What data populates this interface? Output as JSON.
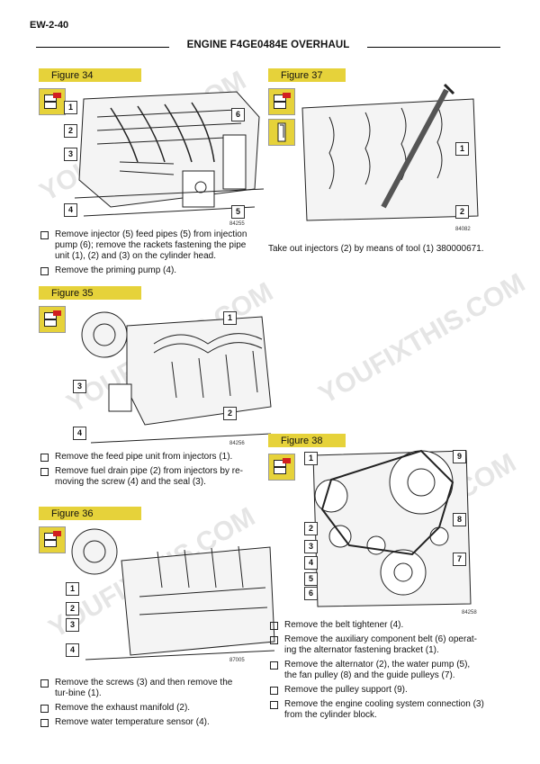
{
  "page": {
    "number": "EW-2-40",
    "title": "ENGINE F4GE0484E OVERHAUL"
  },
  "watermark": "YOUFIXTHIS.COM",
  "figures": {
    "f34": {
      "label": "Figure 34",
      "code": "84255",
      "callouts": [
        "1",
        "2",
        "3",
        "4",
        "5",
        "6"
      ]
    },
    "f35": {
      "label": "Figure 35",
      "code": "84256",
      "callouts": [
        "1",
        "2",
        "3",
        "4"
      ]
    },
    "f36": {
      "label": "Figure 36",
      "code": "87005",
      "callouts": [
        "1",
        "2",
        "3",
        "4"
      ]
    },
    "f37": {
      "label": "Figure 37",
      "code": "84082",
      "callouts": [
        "1",
        "2"
      ]
    },
    "f38": {
      "label": "Figure 38",
      "code": "84258",
      "callouts": [
        "1",
        "2",
        "3",
        "4",
        "5",
        "6",
        "7",
        "8",
        "9"
      ]
    }
  },
  "text": {
    "f34": [
      "Remove injector (5) feed pipes (5) from injection pump (6); remove the rackets fastening the pipe unit (1), (2) and (3) on the cylinder head.",
      "Remove the priming pump (4)."
    ],
    "f35": [
      "Remove the feed pipe unit from injectors (1).",
      "Remove fuel drain pipe (2) from injectors by re-moving the screw (4) and the seal (3)."
    ],
    "f36": [
      "Remove the screws (3) and then remove the tur-bine (1).",
      "Remove the exhaust manifold (2).",
      "Remove water temperature sensor (4)."
    ],
    "f37": "Take out injectors (2) by means of tool (1) 380000671.",
    "f38": [
      "Remove the belt tightener (4).",
      "Remove the auxiliary component belt (6) operat-ing the alternator fastening bracket (1).",
      "Remove the alternator (2), the water pump (5), the fan pulley (8) and the guide pulleys (7).",
      "Remove the pulley support (9).",
      "Remove the engine cooling system connection (3) from the cylinder block."
    ]
  }
}
